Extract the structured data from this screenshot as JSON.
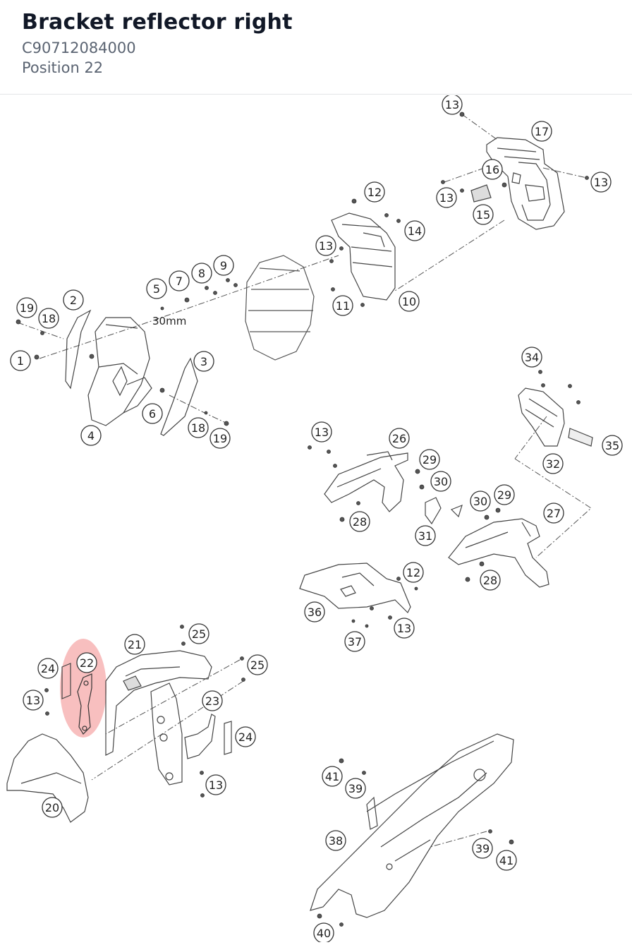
{
  "header": {
    "title": "Bracket reflector right",
    "part_number": "C90712084000",
    "position": "Position 22"
  },
  "diagram": {
    "highlight_color": "#f28b8b",
    "dimension_label": "30mm",
    "callouts": [
      "13",
      "17",
      "16",
      "13",
      "13",
      "15",
      "12",
      "14",
      "13",
      "11",
      "10",
      "9",
      "8",
      "7",
      "5",
      "2",
      "19",
      "18",
      "30mm",
      "1",
      "4",
      "6",
      "3",
      "18",
      "19",
      "34",
      "35",
      "32",
      "13",
      "26",
      "29",
      "30",
      "30",
      "29",
      "27",
      "28",
      "31",
      "28",
      "12",
      "36",
      "13",
      "37",
      "25",
      "21",
      "22",
      "24",
      "25",
      "13",
      "23",
      "24",
      "20",
      "13",
      "41",
      "39",
      "38",
      "39",
      "41",
      "40"
    ]
  }
}
